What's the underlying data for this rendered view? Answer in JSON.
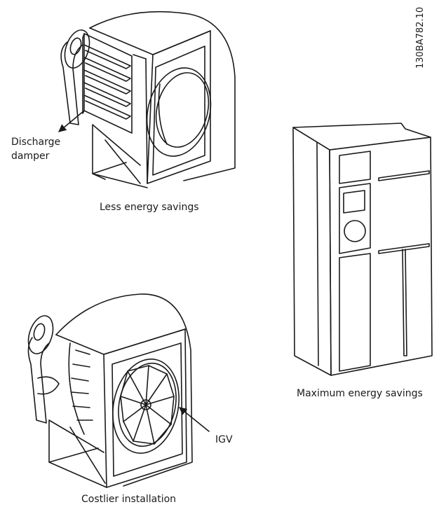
{
  "figure_code": "130BA782.10",
  "labels": {
    "discharge_line1": "Discharge",
    "discharge_line2": "damper",
    "less_savings": "Less energy savings",
    "max_savings": "Maximum energy savings",
    "igv": "IGV",
    "costlier": "Costlier installation"
  },
  "colors": {
    "stroke": "#1a1a1a",
    "fill": "#ffffff"
  }
}
